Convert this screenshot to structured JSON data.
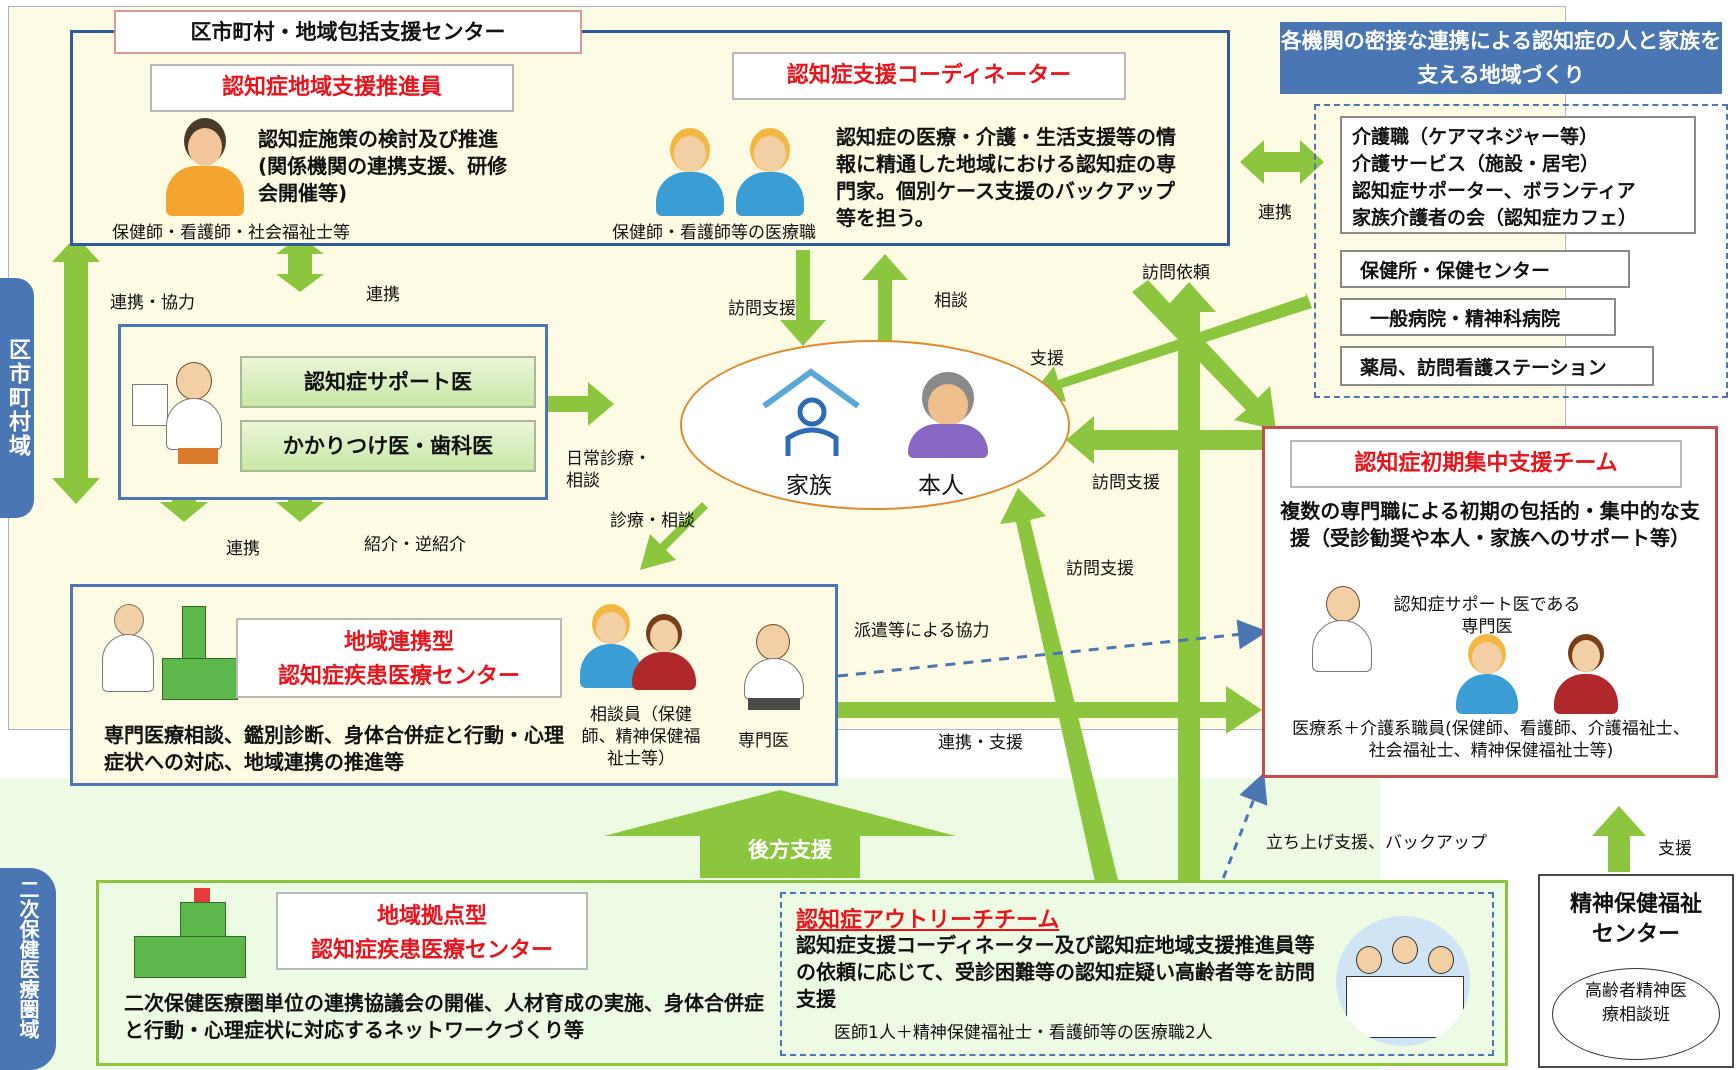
{
  "region_label": "区市町村域",
  "secondary_label": "二次保健医療圏域",
  "center_title": "区市町村・地域包括支援センター",
  "vision_banner": "各機関の密接な連携による認知症の人と家族を支える地域づくり",
  "promoter": {
    "title": "認知症地域支援推進員",
    "desc": "認知症施策の検討及び推進(関係機関の連携支援、研修会開催等)",
    "staff": "保健師・看護師・社会福祉士等"
  },
  "coordinator": {
    "title": "認知症支援コーディネーター",
    "desc": "認知症の医療・介護・生活支援等の情報に精通した地域における認知症の専門家。個別ケース支援のバックアップ等を担う。",
    "staff": "保健師・看護師等の医療職"
  },
  "partners": {
    "group1": [
      "介護職（ケアマネジャー等）",
      "介護サービス（施設・居宅）",
      "認知症サポーター、ボランティア",
      "家族介護者の会（認知症カフェ）"
    ],
    "health_center": "保健所・保健センター",
    "hospital": "一般病院・精神科病院",
    "pharmacy": "薬局、訪問看護ステーション"
  },
  "doctors": {
    "support_doctor": "認知症サポート医",
    "family_doctor": "かかりつけ医・歯科医"
  },
  "family_home": {
    "family": "家族",
    "person": "本人"
  },
  "regional_center": {
    "title_line1": "地域連携型",
    "title_line2": "認知症疾患医療センター",
    "counselor": "相談員（保健師、精神保健福祉士等）",
    "specialist": "専門医",
    "desc": "専門医療相談、鑑別診断、身体合併症と行動・心理症状への対応、地域連携の推進等"
  },
  "initial_team": {
    "title": "認知症初期集中支援チーム",
    "desc": "複数の専門職による初期の包括的・集中的な支援（受診勧奨や本人・家族へのサポート等）",
    "doctor": "認知症サポート医である専門医",
    "staff": "医療系＋介護系職員(保健師、看護師、介護福祉士、社会福祉士、精神保健福祉士等)"
  },
  "base_center": {
    "title_line1": "地域拠点型",
    "title_line2": "認知症疾患医療センター",
    "desc": "二次保健医療圏単位の連携協議会の開催、人材育成の実施、身体合併症と行動・心理症状に対応するネットワークづくり等"
  },
  "outreach": {
    "title": "認知症アウトリーチチーム",
    "desc": "認知症支援コーディネーター及び認知症地域支援推進員等の依頼に応じて、受診困難等の認知症疑い高齢者等を訪問支援",
    "staff": "医師1人＋精神保健福祉士・看護師等の医療職2人"
  },
  "mental_center": {
    "title": "精神保健福祉センター",
    "sub": "高齢者精神医療相談班"
  },
  "labels": {
    "cooperation": "連携",
    "cooperation_collab": "連携・協力",
    "visit_support": "訪問支援",
    "consult": "相談",
    "visit_request": "訪問依頼",
    "support": "支援",
    "daily_care": "日常診療・相談",
    "diagnosis_consult": "診療・相談",
    "referral": "紹介・逆紹介",
    "dispatch": "派遣等による協力",
    "coop_support": "連携・支援",
    "startup": "立ち上げ支援、バックアップ",
    "backup": "後方支援"
  },
  "colors": {
    "arrow_green": "#8cc63f",
    "frame_blue": "#2e5b9a",
    "frame_red": "#c0504d",
    "accent_red": "#e8141b",
    "yellow_bg": "#fdfbe3",
    "green_bg": "#eefbe4",
    "banner_blue": "#4a76b3"
  }
}
